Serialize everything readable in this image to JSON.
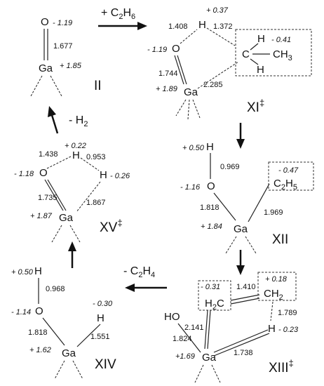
{
  "structures": {
    "II": {
      "label": "II",
      "o": "O",
      "ga": "Ga",
      "ga_o": "1.677",
      "q_o": "- 1.19",
      "q_ga": "+ 1.85"
    },
    "XI": {
      "label": "XI",
      "dagger": "‡",
      "o": "O",
      "ga": "Ga",
      "h": "H",
      "c": "C",
      "h2": "H",
      "h3": "H",
      "ch3": "CH",
      "ch3_sub": "3",
      "h_o": "1.408",
      "h_c": "1.372",
      "ga_o": "1.744",
      "ga_c": "2.285",
      "q_h": "+ 0.37",
      "q_o": "- 1.19",
      "q_ga": "+ 1.89",
      "q_c": "- 0.41"
    },
    "XII": {
      "label": "XII",
      "o": "O",
      "ga": "Ga",
      "h": "H",
      "c2h5": "C",
      "c2h5_sub1": "2",
      "c2h5_h": "H",
      "c2h5_sub2": "5",
      "h_o": "0.969",
      "ga_o": "1.818",
      "ga_c": "1.969",
      "q_h": "+ 0.50",
      "q_o": "- 1.16",
      "q_ga": "+ 1.84",
      "q_c2h5": "- 0.47"
    },
    "XIII": {
      "label": "XIII",
      "dagger": "‡",
      "ho": "HO",
      "ga": "Ga",
      "h": "H",
      "h2c": "H",
      "h2c_sub": "2",
      "h2c_c": "C",
      "ch2": "CH",
      "ch2_sub": "2",
      "c_c": "1.410",
      "ga_c": "2.141",
      "ga_o": "1.824",
      "c_h": "1.789",
      "ga_h": "1.738",
      "q_h2c": "- 0.31",
      "q_ch2": "+ 0.18",
      "q_h": "- 0.23",
      "q_ga": "+1.69"
    },
    "XIV": {
      "label": "XIV",
      "o": "O",
      "ga": "Ga",
      "h_top": "H",
      "h_ga": "H",
      "h_o": "0.968",
      "ga_o": "1.818",
      "ga_h": "1.551",
      "q_htop": "+ 0.50",
      "q_o": "- 1.14",
      "q_hga": "- 0.30",
      "q_ga": "+ 1.62"
    },
    "XV": {
      "label": "XV",
      "dagger": "‡",
      "o": "O",
      "ga": "Ga",
      "h_top": "H",
      "h_right": "H",
      "o_h": "1.438",
      "h_h": "0.953",
      "ga_o": "1.735",
      "ga_h": "1.867",
      "q_htop": "+ 0.22",
      "q_o": "- 1.18",
      "q_hright": "- 0.26",
      "q_ga": "+ 1.87"
    }
  },
  "arrows": {
    "c2h6": {
      "text": "+ C",
      "sub": "2",
      "h": "H",
      "sub2": "6"
    },
    "c2h4": {
      "text": "- C",
      "sub": "2",
      "h": "H",
      "sub2": "4"
    },
    "h2": {
      "text": "- H",
      "sub": "2"
    }
  }
}
